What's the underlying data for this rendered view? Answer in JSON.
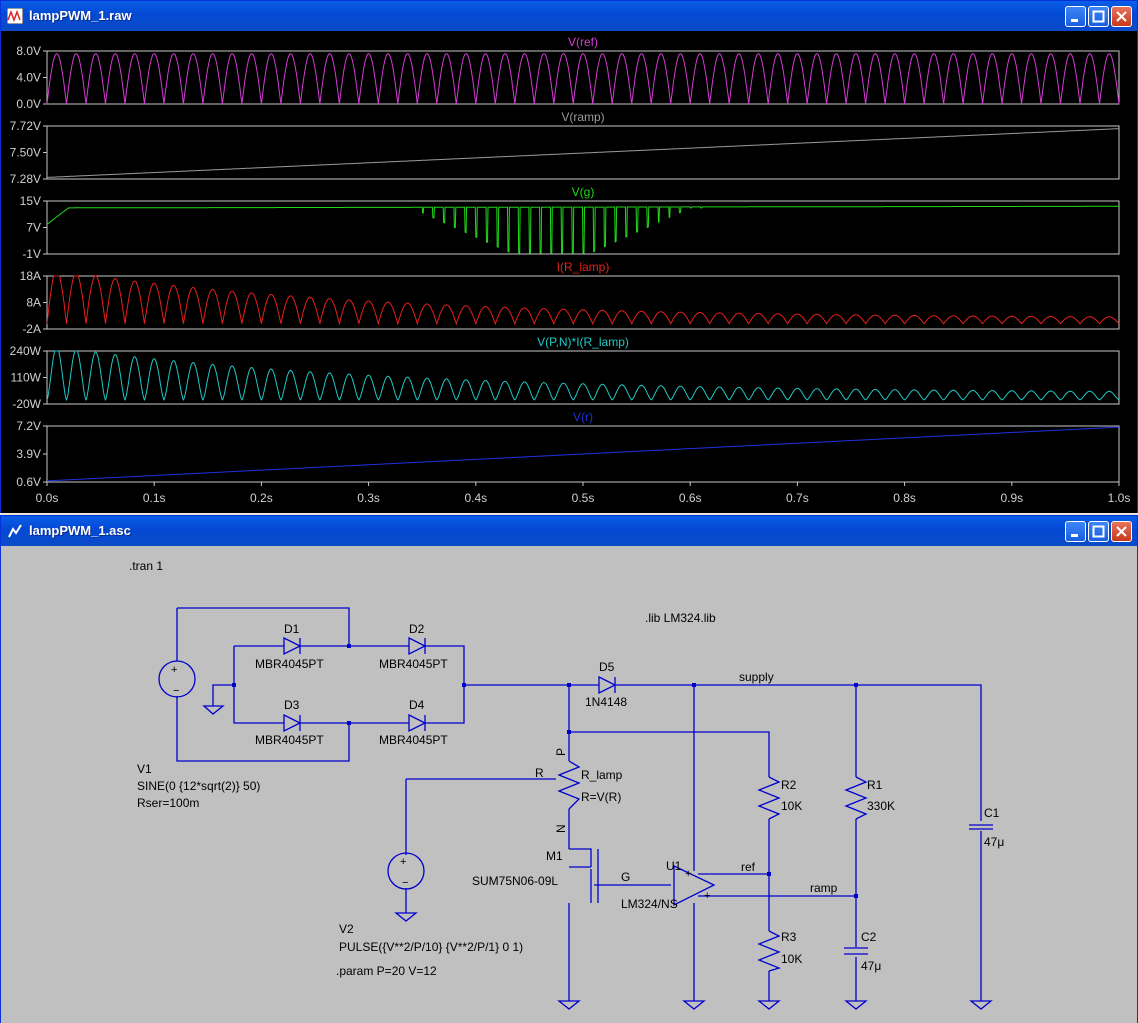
{
  "plot_window": {
    "title": "lampPWM_1.raw",
    "traces": [
      {
        "label": "V(ref)",
        "color": "#d33cd3",
        "ticks": [
          "8.0V",
          "4.0V",
          "0.0V"
        ]
      },
      {
        "label": "V(ramp)",
        "color": "#9a9a9a",
        "ticks": [
          "7.72V",
          "7.50V",
          "7.28V"
        ]
      },
      {
        "label": "V(g)",
        "color": "#22d81b",
        "ticks": [
          "15V",
          "7V",
          "-1V"
        ]
      },
      {
        "label": "I(R_lamp)",
        "color": "#e6201c",
        "ticks": [
          "18A",
          "8A",
          "-2A"
        ]
      },
      {
        "label": "V(P,N)*I(R_lamp)",
        "color": "#1ec9c6",
        "ticks": [
          "240W",
          "110W",
          "-20W"
        ]
      },
      {
        "label": "V(r)",
        "color": "#2030e0",
        "ticks": [
          "7.2V",
          "3.9V",
          "0.6V"
        ]
      }
    ],
    "x_ticks": [
      "0.0s",
      "0.1s",
      "0.2s",
      "0.3s",
      "0.4s",
      "0.5s",
      "0.6s",
      "0.7s",
      "0.8s",
      "0.9s",
      "1.0s"
    ]
  },
  "chart_data": {
    "type": "line",
    "x_range_s": [
      0,
      1.0
    ],
    "series": [
      {
        "name": "V(ref)",
        "ylim": [
          0,
          8
        ],
        "description_of_shape": "sinusoid-like rectified ramp, amplitude 0 to ~7.6V, ~50 cycles"
      },
      {
        "name": "V(ramp)",
        "ylim": [
          7.28,
          7.72
        ],
        "start": 7.29,
        "end": 7.7
      },
      {
        "name": "V(g)",
        "ylim": [
          -1,
          15
        ],
        "baseline_start": 8,
        "baseline": 13.3,
        "dips_between_s": [
          0.35,
          0.6
        ],
        "dip_min": -0.5
      },
      {
        "name": "I(R_lamp)",
        "ylim": [
          -2,
          18
        ],
        "peak_start": 16.8,
        "peak_end": 2.0
      },
      {
        "name": "V(P,N)*I(R_lamp)",
        "ylim": [
          -20,
          240
        ],
        "peak_start": 225,
        "peak_end": 35
      },
      {
        "name": "V(r)",
        "ylim": [
          0.6,
          7.2
        ],
        "start": 0.6,
        "end": 7.2
      }
    ]
  },
  "schematic_window": {
    "title": "lampPWM_1.asc",
    "directives": {
      "tran": ".tran 1",
      "lib": ".lib LM324.lib",
      "param": ".param P=20 V=12"
    },
    "components": {
      "d1": {
        "name": "D1",
        "value": "MBR4045PT"
      },
      "d2": {
        "name": "D2",
        "value": "MBR4045PT"
      },
      "d3": {
        "name": "D3",
        "value": "MBR4045PT"
      },
      "d4": {
        "name": "D4",
        "value": "MBR4045PT"
      },
      "d5": {
        "name": "D5",
        "value": "1N4148"
      },
      "v1": {
        "name": "V1",
        "value": "SINE(0 {12*sqrt(2)} 50)",
        "extra": "Rser=100m"
      },
      "v2": {
        "name": "V2",
        "value": "PULSE({V**2/P/10} {V**2/P/1} 0 1)"
      },
      "r_lamp": {
        "name": "R_lamp",
        "value": "R=V(R)"
      },
      "r1": {
        "name": "R1",
        "value": "330K"
      },
      "r2": {
        "name": "R2",
        "value": "10K"
      },
      "r3": {
        "name": "R3",
        "value": "10K"
      },
      "c1": {
        "name": "C1",
        "value": "47μ"
      },
      "c2": {
        "name": "C2",
        "value": "47μ"
      },
      "m1": {
        "name": "M1",
        "value": "SUM75N06-09L"
      },
      "u1": {
        "name": "U1",
        "value": "LM324/NS"
      }
    },
    "nets": {
      "supply": "supply",
      "ref": "ref",
      "ramp": "ramp",
      "r": "R",
      "g": "G",
      "p": "P",
      "n": "N"
    },
    "colors": {
      "wire": "#0000cc",
      "text": "#000000",
      "background": "#c0c0c0"
    }
  }
}
